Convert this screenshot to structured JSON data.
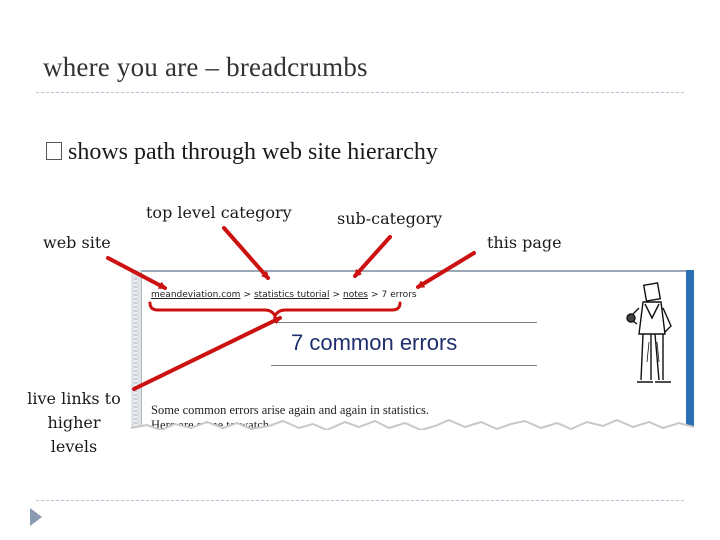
{
  "slide": {
    "title": "where you are – breadcrumbs",
    "bullet": "shows path through web site hierarchy"
  },
  "labels": {
    "top_level_category": "top level category",
    "sub_category": "sub-category",
    "web_site": "web site",
    "this_page": "this page",
    "live_links": "live links to higher levels"
  },
  "screenshot": {
    "breadcrumbs": [
      {
        "text": "meandeviation.com",
        "link": true
      },
      {
        "text": "statistics tutorial",
        "link": true
      },
      {
        "text": "notes",
        "link": true
      },
      {
        "text": "7 errors",
        "link": false
      }
    ],
    "separator": ">",
    "heading": "7 common errors",
    "body_line_1": "Some common errors arise again and again in statistics.",
    "body_line_2": "Here are some to watch out"
  },
  "colors": {
    "arrow": "#cc1111",
    "heading": "#1f2f6e",
    "scrollbar": "#2b6fb5",
    "rule": "#b8c4d6",
    "nav_triangle": "#8a9ab2"
  },
  "icons": {
    "bullet": "hollow-square-bullet",
    "nav": "next-slide-triangle",
    "illustration": "cartoon-figure"
  }
}
